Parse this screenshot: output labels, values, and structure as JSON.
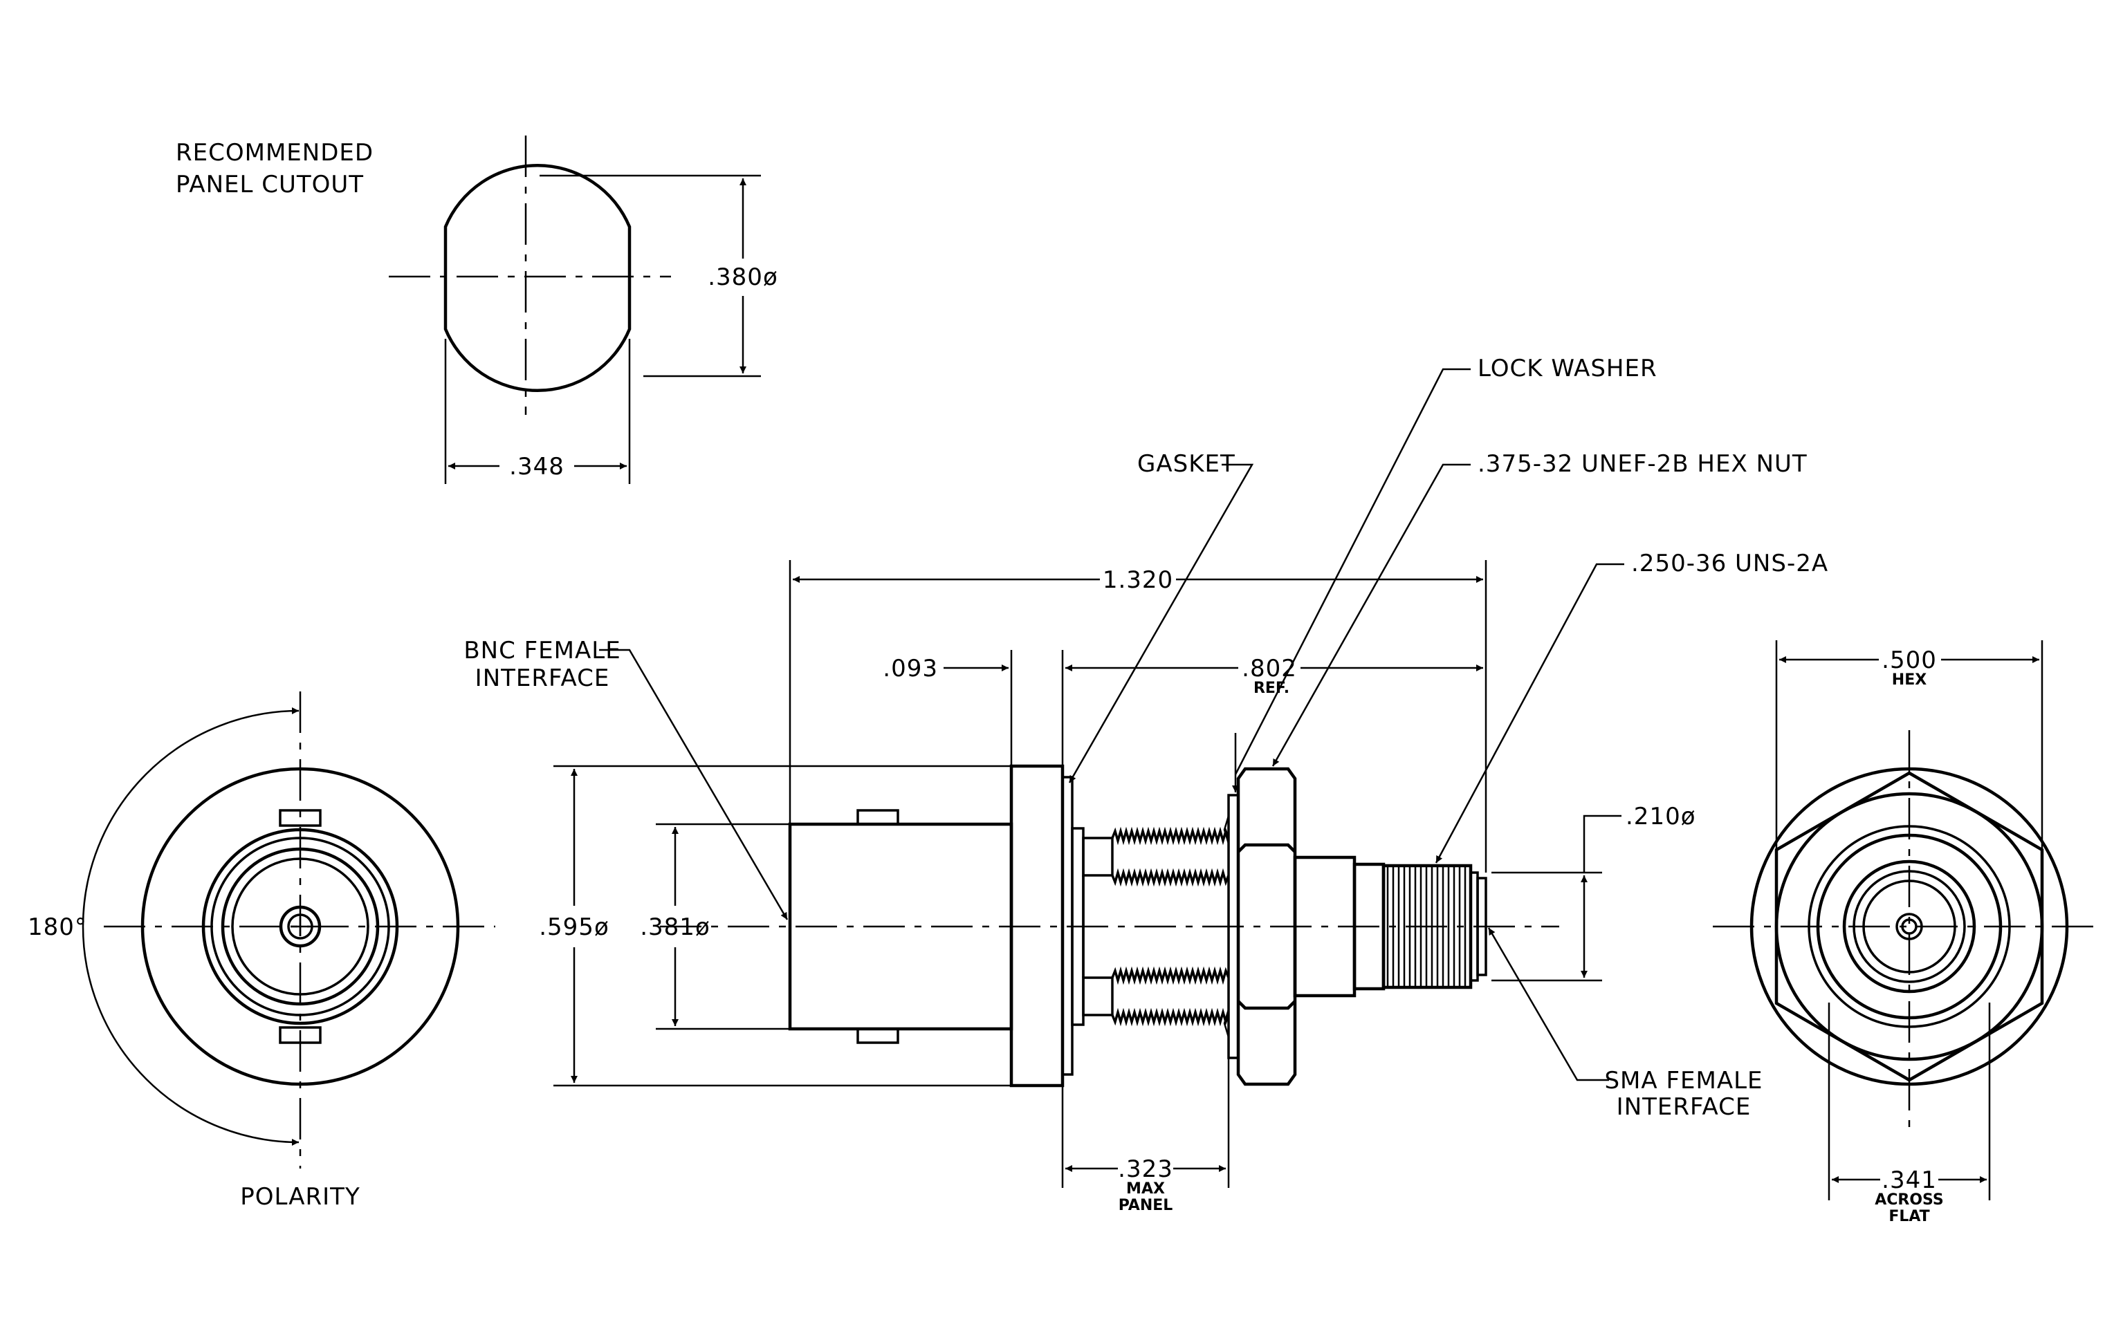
{
  "title_lines": [
    "RECOMMENDED",
    "PANEL CUTOUT"
  ],
  "dims": {
    "cutout_dia": ".380ø",
    "cutout_width": ".348",
    "overall_length": "1.320",
    "flange": ".093",
    "ref_length": ".802",
    "ref_note": "REF.",
    "body_dia": ".595ø",
    "bnc_dia": ".381ø",
    "sma_dia": ".210ø",
    "max_panel": ".323",
    "max_panel_note": [
      "MAX",
      "PANEL"
    ],
    "hex": ".500",
    "hex_note": "HEX",
    "across_flat": ".341",
    "across_flat_note": [
      "ACROSS",
      "FLAT"
    ],
    "angle": "180°"
  },
  "callouts": {
    "gasket": "GASKET",
    "lock_washer": "LOCK WASHER",
    "hex_nut": ".375-32 UNEF-2B HEX NUT",
    "thread": ".250-36 UNS-2A",
    "bnc_interface": [
      "BNC FEMALE",
      "INTERFACE"
    ],
    "sma_interface": [
      "SMA FEMALE",
      "INTERFACE"
    ]
  },
  "labels": {
    "polarity": "POLARITY"
  }
}
